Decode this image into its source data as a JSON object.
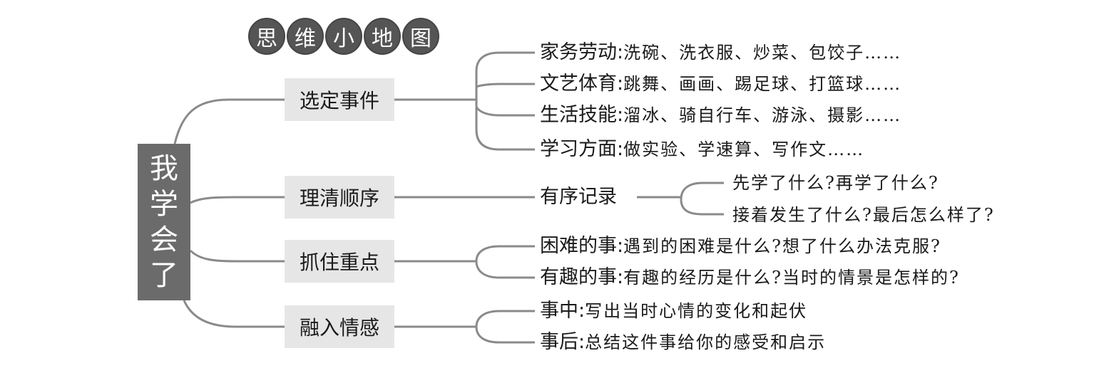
{
  "title_chars": [
    "思",
    "维",
    "小",
    "地",
    "图"
  ],
  "root": [
    "我",
    "学",
    "会",
    "了"
  ],
  "branches": [
    {
      "label": "选定事件",
      "leaves": [
        {
          "key": "家务劳动",
          "sep": ":",
          "value": "洗碗、洗衣服、炒菜、包饺子……"
        },
        {
          "key": "文艺体育",
          "sep": ":",
          "value": "跳舞、画画、踢足球、打篮球……"
        },
        {
          "key": "生活技能",
          "sep": ":",
          "value": "溜冰、骑自行车、游泳、摄影……"
        },
        {
          "key": "学习方面",
          "sep": ":",
          "value": "做实验、学速算、写作文……"
        }
      ]
    },
    {
      "label": "理清顺序",
      "node": "有序记录",
      "subs": [
        "先学了什么?再学了什么?",
        "接着发生了什么?最后怎么样了?"
      ]
    },
    {
      "label": "抓住重点",
      "leaves": [
        {
          "key": "困难的事",
          "sep": ":",
          "value": "遇到的困难是什么?想了什么办法克服?"
        },
        {
          "key": "有趣的事",
          "sep": ":",
          "value": "有趣的经历是什么?当时的情景是怎样的?"
        }
      ]
    },
    {
      "label": "融入情感",
      "leaves": [
        {
          "key": "事中",
          "sep": ":",
          "value": "写出当时心情的变化和起伏"
        },
        {
          "key": "事后",
          "sep": ":",
          "value": "总结这件事给你的感受和启示"
        }
      ]
    }
  ]
}
